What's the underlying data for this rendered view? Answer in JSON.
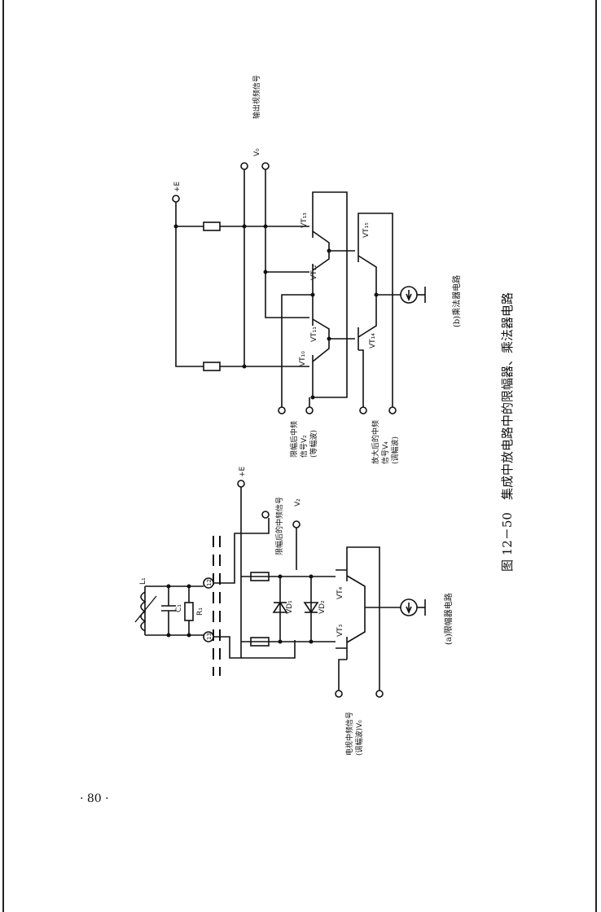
{
  "page": {
    "page_number": "· 80 ·",
    "figure_caption": "图 12－50　集成中放电路中的限幅器、乘法器电路"
  },
  "fig_a": {
    "caption": "(a)限幅器电路",
    "input_label_1": "电视中频信号",
    "input_label_2": "(调幅波)V₀",
    "output_label": "限幅后的中频信号",
    "output_symbol": "V₂",
    "supply": "+E",
    "components": {
      "L1": "L₁",
      "C1": "C₁",
      "R1": "R₁",
      "VD1": "VD₁",
      "VD2": "VD₂",
      "VT3": "VT₃",
      "VT4": "VT₄",
      "pin12": "12",
      "pin13": "13"
    }
  },
  "fig_b": {
    "caption": "(b)乘法器电路",
    "input_left_1": "限幅后中频",
    "input_left_2": "信号V₂",
    "input_left_3": "(等幅波)",
    "input_right_1": "放大后的中频",
    "input_right_2": "信号V₄",
    "input_right_3": "(调幅波)",
    "output_label": "输出视频信号",
    "output_symbol": "V₀",
    "supply": "+E",
    "components": {
      "VT10": "VT₁₀",
      "VT11": "VT₁₁",
      "VT12": "VT₁₂",
      "VT13": "VT₁₃",
      "VT14": "VT₁₄",
      "VT15": "VT₁₅"
    }
  }
}
